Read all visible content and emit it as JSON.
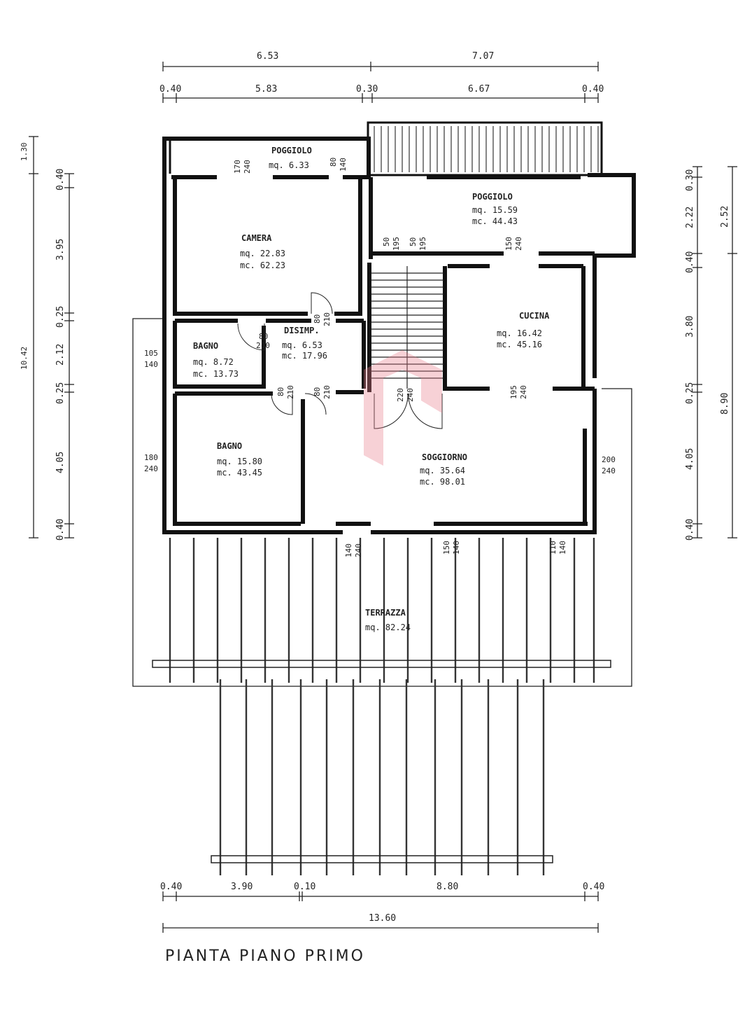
{
  "title": "PIANTA PIANO PRIMO",
  "dimensions": {
    "top_overall": [
      "6.53",
      "7.07"
    ],
    "top_detail": [
      "0.40",
      "5.83",
      "0.30",
      "6.67",
      "0.40"
    ],
    "bottom_detail": [
      "0.40",
      "3.90",
      "0.10",
      "8.80",
      "0.40"
    ],
    "bottom_overall": "13.60",
    "left_overall": "10.42",
    "left_top": "1.30",
    "left_detail": [
      "0.40",
      "3.95",
      "0.25",
      "2.12",
      "0.25",
      "4.05",
      "0.40"
    ],
    "right_detail": [
      "0.30",
      "2.22",
      "0.40",
      "3.80",
      "0.25",
      "4.05",
      "0.40"
    ],
    "right_overall": [
      "2.52",
      "8.90"
    ]
  },
  "rooms": {
    "poggiolo_top": {
      "name": "POGGIOLO",
      "mq": "mq. 6.33"
    },
    "poggiolo_right": {
      "name": "POGGIOLO",
      "mq": "mq. 15.59",
      "mc": "mc. 44.43"
    },
    "camera": {
      "name": "CAMERA",
      "mq": "mq. 22.83",
      "mc": "mc. 62.23"
    },
    "disimp": {
      "name": "DISIMP.",
      "mq": "mq. 6.53",
      "mc": "mc. 17.96"
    },
    "bagno_small": {
      "name": "BAGNO",
      "mq": "mq. 8.72",
      "mc": "mc. 13.73"
    },
    "cucina": {
      "name": "CUCINA",
      "mq": "mq. 16.42",
      "mc": "mc. 45.16"
    },
    "bagno_large": {
      "name": "BAGNO",
      "mq": "mq. 15.80",
      "mc": "mc. 43.45"
    },
    "soggiorno": {
      "name": "SOGGIORNO",
      "mq": "mq. 35.64",
      "mc": "mc. 98.01"
    },
    "terrazza": {
      "name": "TERRAZZA",
      "mq": "mq. 82.24"
    }
  },
  "openings": {
    "o1": [
      "170",
      "240"
    ],
    "o2": [
      "80",
      "140"
    ],
    "o3": [
      "50",
      "195"
    ],
    "o4": [
      "50",
      "195"
    ],
    "o5": [
      "150",
      "240"
    ],
    "o6": [
      "80",
      "210"
    ],
    "o7": [
      "80",
      "210"
    ],
    "o8": [
      "80",
      "210"
    ],
    "o9": [
      "80",
      "210"
    ],
    "o10": [
      "105",
      "140"
    ],
    "o11": [
      "180",
      "240"
    ],
    "o12": [
      "200",
      "240"
    ],
    "o13": [
      "195",
      "240"
    ],
    "o14": [
      "220",
      "240"
    ],
    "o15": [
      "140",
      "240"
    ],
    "o16": [
      "150",
      "140"
    ],
    "o17": [
      "110",
      "140"
    ]
  }
}
